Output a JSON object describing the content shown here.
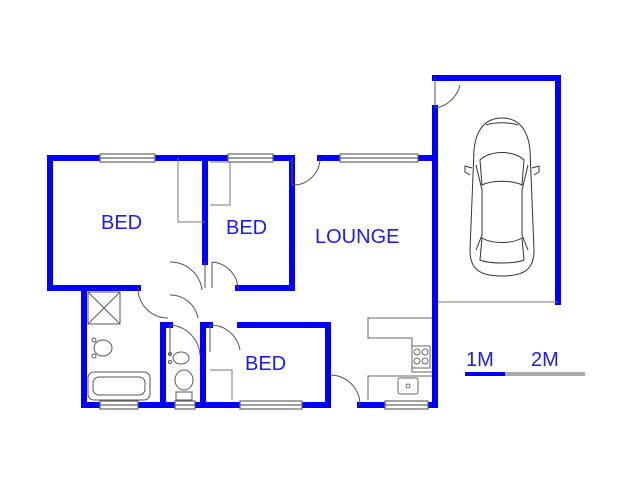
{
  "plan": {
    "wall_color": "#0000ff",
    "text_color": "#1a1aff",
    "fixture_color": "#555555",
    "rooms": {
      "bed1": "BED",
      "bed2": "BED",
      "bed3": "BED",
      "lounge": "LOUNGE"
    },
    "scale": {
      "label_1": "1M",
      "label_2": "2M",
      "primary_color": "#0000ff",
      "secondary_color": "#aaaaaa"
    }
  }
}
